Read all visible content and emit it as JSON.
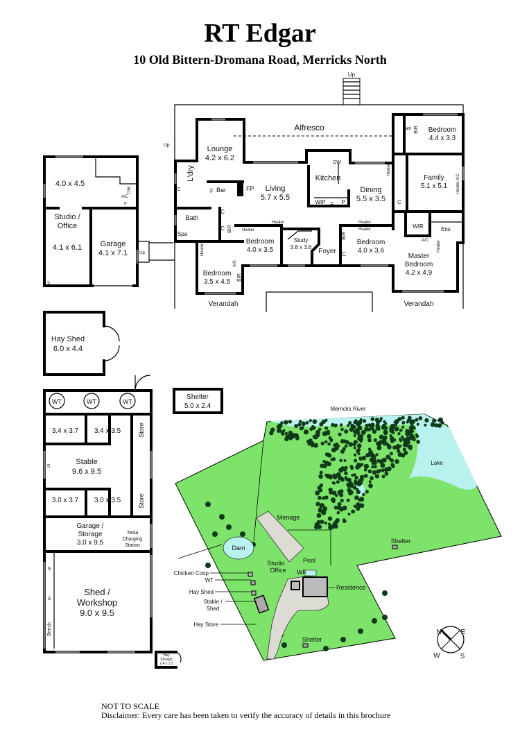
{
  "header": {
    "title": "RT Edgar",
    "address": "10 Old Bittern-Dromana Road, Merricks North"
  },
  "house": {
    "alfresco": "Alfresco",
    "up_stairs": "Up",
    "up_left": "Up",
    "up_studio": "Up",
    "lounge": {
      "name": "Lounge",
      "size": "4.2 x 6.2"
    },
    "laundry": "L'dry",
    "bar": "Bar",
    "fridge": "F",
    "fireplace": "FP",
    "living": {
      "name": "Living",
      "size": "5.7 x 5.5"
    },
    "kitchen": "Kitchen",
    "dishwasher": "DW",
    "wip": "WIP",
    "kitchen_fridge": "F",
    "pantry": "P",
    "dining": {
      "name": "Dining",
      "size": "5.5 x 3.5"
    },
    "bedroom_ne": {
      "name": "Bedroom",
      "size": "4.4 x 3.3"
    },
    "bath_ne": "Bath",
    "bir": "BIR",
    "ac": "A/C",
    "heater": "Heater",
    "heater_ac": "Heater A/C",
    "cupboard": "C",
    "family": {
      "name": "Family",
      "size": "5.1 x 5.1"
    },
    "wir": "WIR",
    "ensuite": "Ens",
    "master": {
      "name1": "Master",
      "name2": "Bedroom",
      "size": "4.2 x 4.9"
    },
    "bedroom_mid_r": {
      "name": "Bedroom",
      "size": "4.0 x 3.6"
    },
    "foyer": "Foyer",
    "study": {
      "name": "Study",
      "size": "3.8 x 3.6"
    },
    "bedroom_mid_l": {
      "name": "Bedroom",
      "size": "4.0 x 3.5"
    },
    "bedroom_sw": {
      "name": "Bedroom",
      "size": "3.5 x 4.5"
    },
    "bath_w": "Bath",
    "spa": "Spa",
    "verandah_l": "Verandah",
    "verandah_r": "Verandah"
  },
  "studio": {
    "room_size": "4.0 x 4.5",
    "name1": "Studio /",
    "name2": "Office",
    "size": "4.1 x 6.1",
    "dw": "DW",
    "ac": "A/C",
    "f": "F",
    "s": "S",
    "garage": {
      "name": "Garage",
      "size": "4.1 x 7.1"
    }
  },
  "hay_shed": {
    "name": "Hay Shed",
    "size": "6.0 x 4.4"
  },
  "shelter_box": {
    "name": "Shelter",
    "size": "5.0 x 2.4"
  },
  "stable": {
    "wt": [
      "WT",
      "WT",
      "WT"
    ],
    "stall_sizes": [
      "3.4 x 3.7",
      "3.4 x 3.5",
      "3.0 x 3.7",
      "3.0 x 3.5"
    ],
    "store": "Store",
    "s": "S",
    "name": "Stable",
    "size": "9.6 x 9.5"
  },
  "garage_storage": {
    "name1": "Garage /",
    "name2": "Storage",
    "size": "3.0 x 9.5",
    "tesla1": "Tesla",
    "tesla2": "Charging",
    "tesla3": "Station"
  },
  "shed": {
    "name1": "Shed /",
    "name2": "Workshop",
    "size": "9.0 x 9.5",
    "s": "S",
    "bench": "Bench"
  },
  "hay_storage": {
    "name1": "Hay",
    "name2": "Storage",
    "size": "2.4 x 1.5"
  },
  "site": {
    "river": "Merricks River",
    "lake": "Lake",
    "menage": "Menage",
    "dam": "Dam",
    "shelter_e": "Shelter",
    "shelter_s": "Shelter",
    "studio1": "Studio",
    "studio2": "Office",
    "pool": "Pool",
    "wf": "WF",
    "residence": "Residence",
    "chicken_coop": "Chicken Coop",
    "wt": "WT",
    "hay_shed": "Hay Shed",
    "stable1": "Stable /",
    "stable2": "Shed",
    "hay_store": "Hay Store",
    "colors": {
      "grass": "#7ee36a",
      "water": "#b9f1ee",
      "trees": "#0e3a19",
      "paving": "#dcdcd4"
    }
  },
  "compass": {
    "n": "N",
    "e": "E",
    "s": "S",
    "w": "W"
  },
  "footer": {
    "not_to_scale": "NOT TO SCALE",
    "disclaimer": "Disclaimer: Every care has been taken to verify the accuracy of details in this brochure"
  }
}
